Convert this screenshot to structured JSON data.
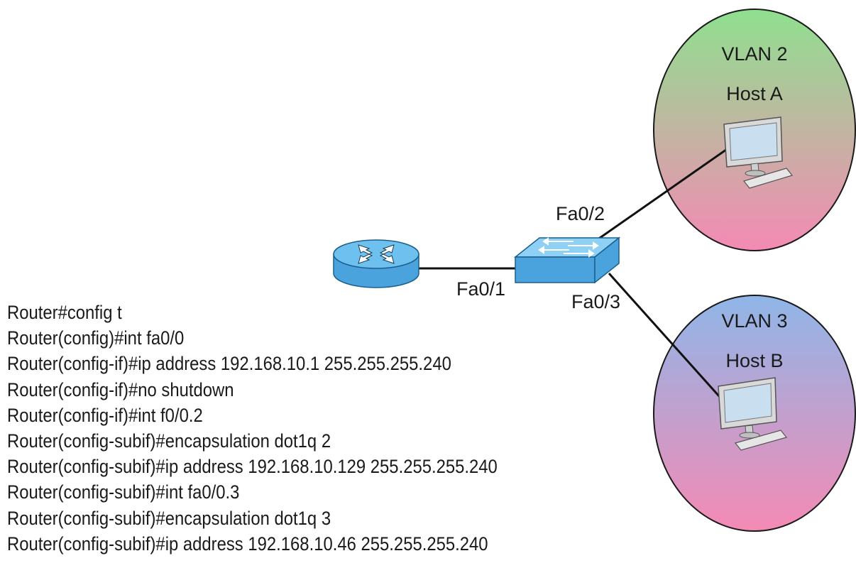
{
  "vlans": [
    {
      "vlan_label": "VLAN 2",
      "host_label": "Host A",
      "switch_port": "Fa0/2",
      "gradient": [
        "#8fe08f",
        "#f48ab4"
      ]
    },
    {
      "vlan_label": "VLAN 3",
      "host_label": "Host B",
      "switch_port": "Fa0/3",
      "gradient": [
        "#8fb6e8",
        "#f48ab4"
      ]
    }
  ],
  "uplink_port": "Fa0/1",
  "colors": {
    "router_fill": "#4aa3dd",
    "router_top": "#6ec0ee",
    "switch_fill": "#4aa3dd",
    "switch_top": "#8fd0f5",
    "monitor_frame": "#d9d9d9",
    "monitor_screen": "#c9dff0",
    "link": "#111111"
  },
  "config_lines": [
    "Router#config t",
    "Router(config)#int fa0/0",
    "Router(config-if)#ip address 192.168.10.1 255.255.255.240",
    "Router(config-if)#no shutdown",
    "Router(config-if)#int f0/0.2",
    "Router(config-subif)#encapsulation dot1q 2",
    "Router(config-subif)#ip address 192.168.10.129 255.255.255.240",
    "Router(config-subif)#int fa0/0.3",
    "Router(config-subif)#encapsulation dot1q 3",
    "Router(config-subif)#ip address 192.168.10.46 255.255.255.240"
  ]
}
